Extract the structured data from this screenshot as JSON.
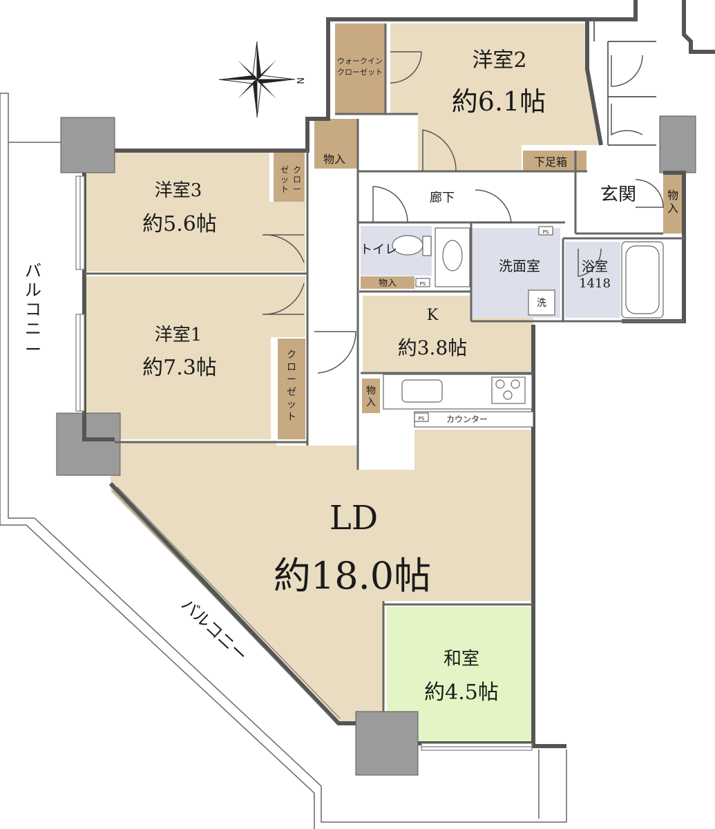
{
  "compass": {
    "north_label": "N"
  },
  "rooms": {
    "western2": {
      "name": "洋室2",
      "size": "約6.1帖"
    },
    "western3": {
      "name": "洋室3",
      "size": "約5.6帖"
    },
    "western1": {
      "name": "洋室1",
      "size": "約7.3帖"
    },
    "kitchen": {
      "name": "K",
      "size": "約3.8帖"
    },
    "ld": {
      "name": "LD",
      "size": "約18.0帖"
    },
    "japanese": {
      "name": "和室",
      "size": "約4.5帖"
    },
    "entrance": {
      "name": "玄関"
    },
    "hallway": {
      "name": "廊下"
    },
    "washroom": {
      "name": "洗面室"
    },
    "bath": {
      "name": "浴室",
      "size": "1418"
    },
    "toilet": {
      "name": "トイレ"
    }
  },
  "storage": {
    "walk_in_closet": "ウォークイン\nクローゼット",
    "closet3": "クロー\nゼット",
    "closet1": "クローゼット",
    "storage_hall": "物入",
    "storage_entrance": "物入",
    "storage_toilet": "物入",
    "storage_kitchen": "物入",
    "shoe_box": "下足箱"
  },
  "fixtures": {
    "counter": "カウンター",
    "ps_label": "PS",
    "washer": "洗"
  },
  "balconies": {
    "west": "バルコニー",
    "southwest": "バルコニー"
  },
  "colors": {
    "room_fill": "#e9dcc0",
    "storage_fill": "#c8aa82",
    "japanese_fill": "#e4f5c5",
    "wet_fill": "#dde0ea",
    "pillar_fill": "#9b9b9b",
    "wall": "#555555"
  }
}
